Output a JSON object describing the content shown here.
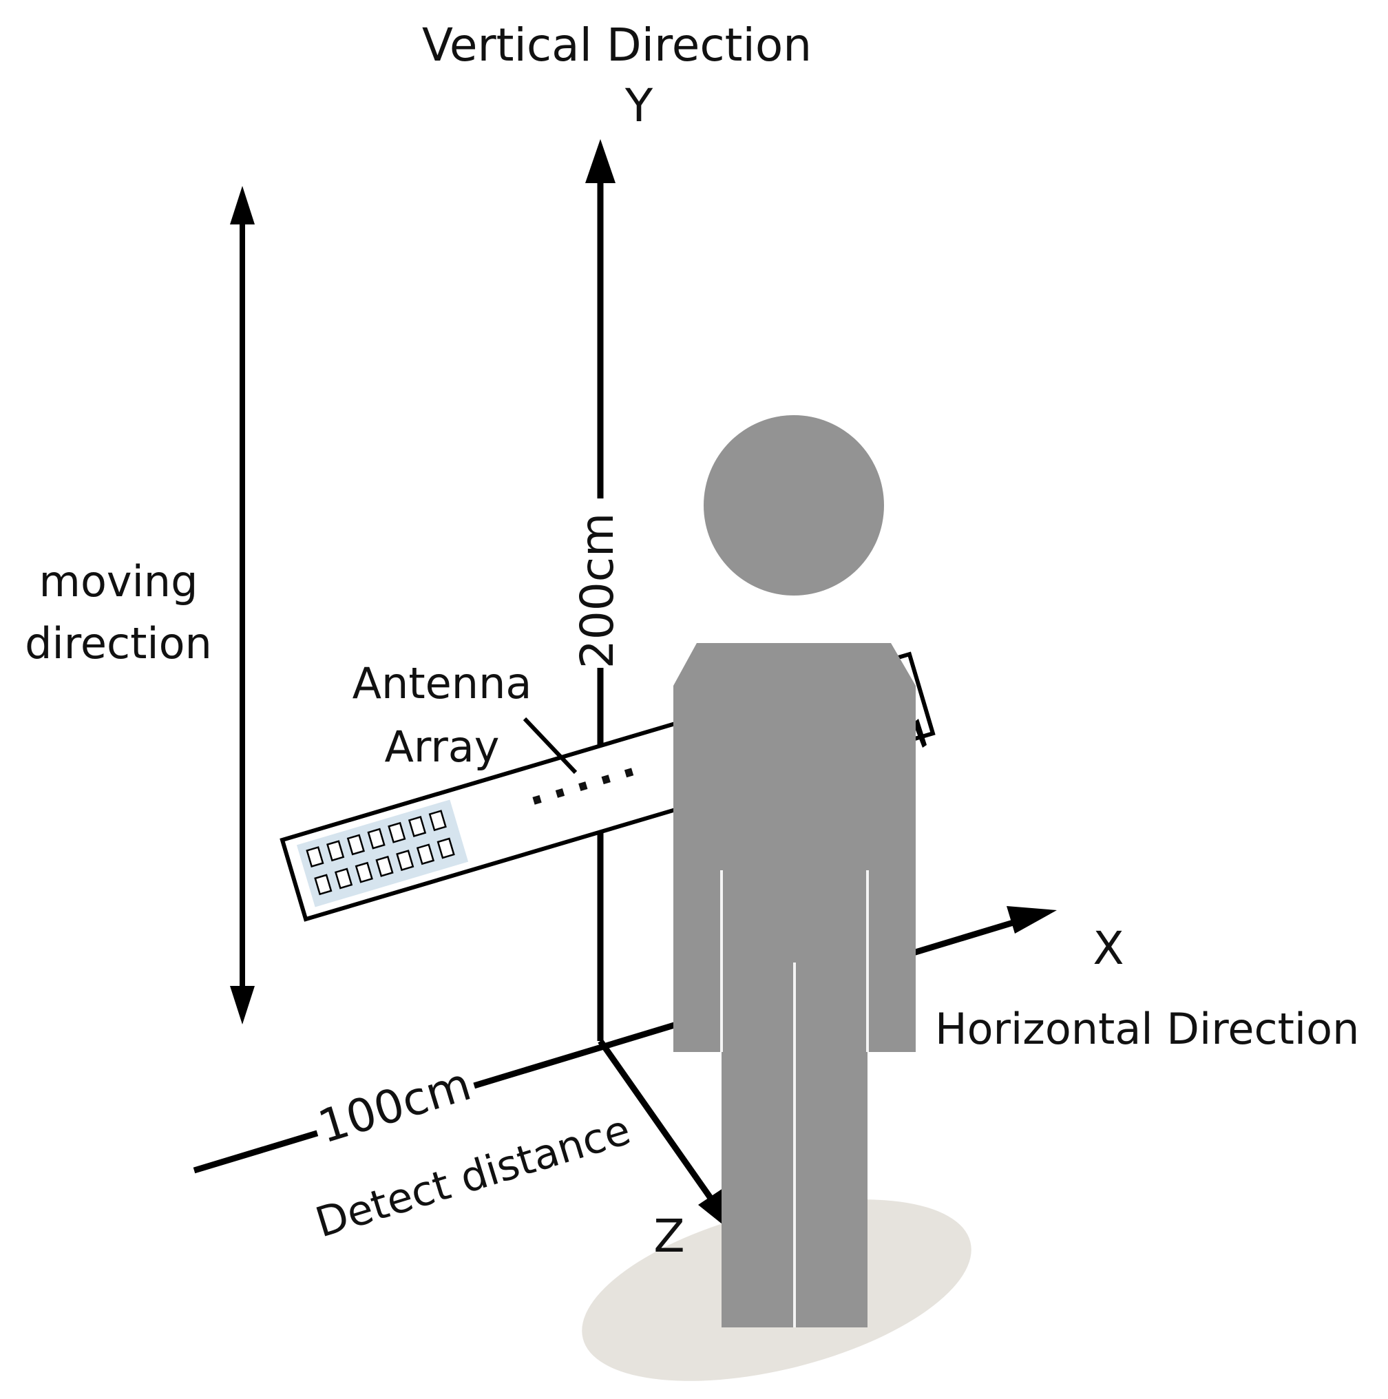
{
  "labels": {
    "vertical_direction": "Vertical Direction",
    "y_axis": "Y",
    "moving_direction_line1": "moving",
    "moving_direction_line2": "direction",
    "height_200cm": "200cm",
    "antenna_line1": "Antenna",
    "antenna_line2": "Array",
    "x_axis": "X",
    "horizontal_direction": "Horizontal Direction",
    "width_100cm": "100cm",
    "detect_distance": "Detect distance",
    "z_axis": "Z"
  },
  "antenna_array": {
    "rows": 2,
    "elements_per_row": 7,
    "ellipsis": "....."
  },
  "colors": {
    "axis": "#000000",
    "person": "#939393",
    "person_seam": "#f4f4f4",
    "shadow": "#e6e3dd",
    "antenna_panel": "#d6e4ee",
    "antenna_body": "#ffffff"
  }
}
